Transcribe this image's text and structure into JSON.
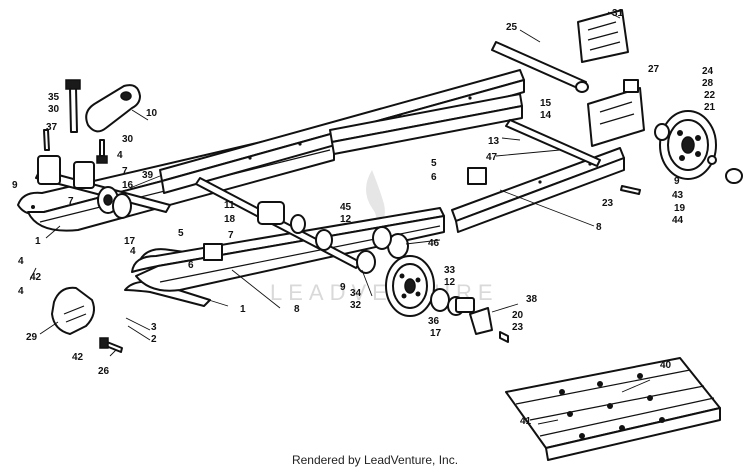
{
  "diagram": {
    "watermark": "LEADVENTURE",
    "credit": "Rendered by LeadVenture, Inc.",
    "callouts": [
      "1",
      "2",
      "3",
      "4",
      "5",
      "6",
      "7",
      "8",
      "9",
      "10",
      "11",
      "12",
      "13",
      "14",
      "15",
      "16",
      "17",
      "18",
      "19",
      "20",
      "21",
      "22",
      "23",
      "24",
      "25",
      "26",
      "27",
      "28",
      "29",
      "30",
      "31",
      "32",
      "33",
      "34",
      "35",
      "36",
      "37",
      "38",
      "39",
      "40",
      "41",
      "42",
      "43",
      "44",
      "45",
      "46",
      "47"
    ]
  }
}
